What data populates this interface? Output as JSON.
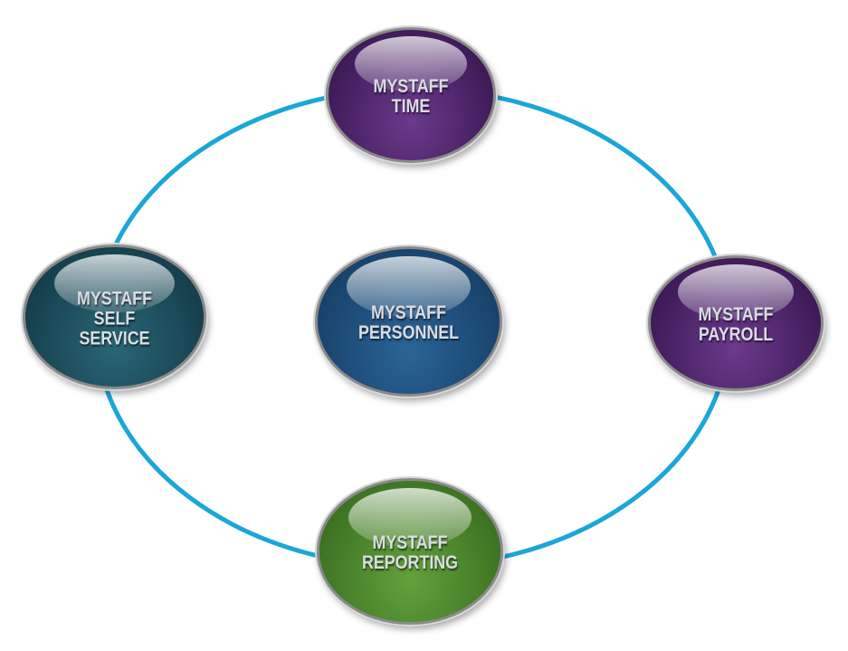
{
  "colors": {
    "ring": "#1ba6d9",
    "purple": "#5b2c7a",
    "teal": "#1e5567",
    "blue": "#1f5583",
    "green": "#4e8a2f"
  },
  "nodes": {
    "time": {
      "line1": "MYSTAFF",
      "line2": "TIME"
    },
    "self_service": {
      "line1": "MYSTAFF",
      "line2": "SELF",
      "line3": "SERVICE"
    },
    "personnel": {
      "line1": "MYSTAFF",
      "line2": "PERSONNEL"
    },
    "payroll": {
      "line1": "MYSTAFF",
      "line2": "PAYROLL"
    },
    "reporting": {
      "line1": "MYSTAFF",
      "line2": "REPORTING"
    }
  }
}
